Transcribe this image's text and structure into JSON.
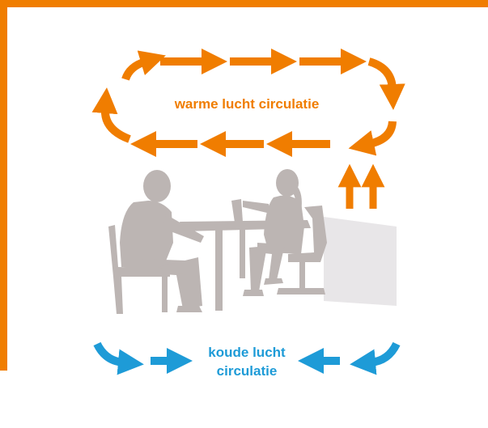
{
  "colors": {
    "frame": "#F07D00",
    "warm": "#F07D00",
    "cold": "#1E9BD7",
    "silhouette": "#BCB5B3",
    "radiator": "#E8E6E8",
    "background": "#FFFFFF"
  },
  "labels": {
    "warm": "warme lucht circulatie",
    "cold_line1": "koude lucht",
    "cold_line2": "circulatie"
  },
  "icons": {
    "warm_arrows": "arrow-icon",
    "cold_arrows": "arrow-icon",
    "people": "meeting-silhouette-icon",
    "radiator": "radiator-icon"
  }
}
